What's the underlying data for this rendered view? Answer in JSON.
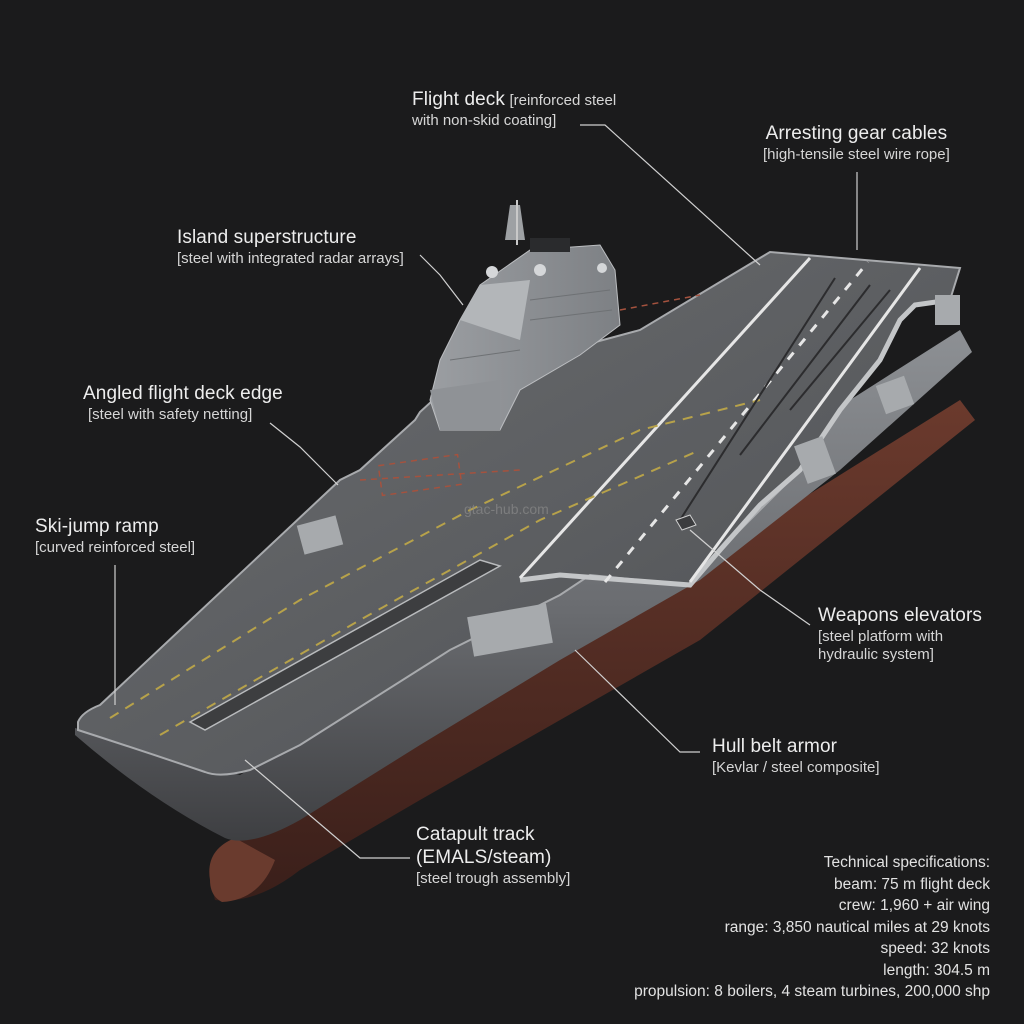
{
  "labels": {
    "flight_deck": {
      "title": "Flight deck",
      "sub": "[reinforced steel",
      "sub2": "with non-skid coating]"
    },
    "arresting_gear": {
      "title": "Arresting gear cables",
      "sub": "[high-tensile steel wire rope]"
    },
    "island": {
      "title": "Island superstructure",
      "sub": "[steel with integrated radar arrays]"
    },
    "angled_edge": {
      "title": "Angled flight deck edge",
      "sub": "[steel with safety netting]"
    },
    "ski_jump": {
      "title": "Ski-jump ramp",
      "sub": "[curved reinforced steel]"
    },
    "weapons_elevators": {
      "title": "Weapons elevators",
      "sub": "[steel platform with",
      "sub2": "hydraulic system]"
    },
    "hull_belt": {
      "title": "Hull belt armor",
      "sub": "[Kevlar / steel composite]"
    },
    "catapult": {
      "title": "Catapult track",
      "title2": "(EMALS/steam)",
      "sub": "[steel trough assembly]"
    }
  },
  "watermark": "gtac-hub.com",
  "specs": {
    "heading": "Technical specifications:",
    "lines": [
      "beam: 75 m flight deck",
      "crew: 1,960 + air wing",
      "range: 3,850 nautical miles at 29 knots",
      "speed: 32 knots",
      "length: 304.5 m",
      "propulsion: 8 boilers, 4 steam turbines, 200,000 shp"
    ]
  },
  "colors": {
    "background": "#1b1b1c",
    "deck": "#5e6063",
    "hull_grey": "#8a8d91",
    "hull_red": "#5a2f26",
    "deck_line_white": "#e6e6e6",
    "deck_line_yellow": "#b7a24a",
    "leader_line": "#d0d0d0"
  }
}
